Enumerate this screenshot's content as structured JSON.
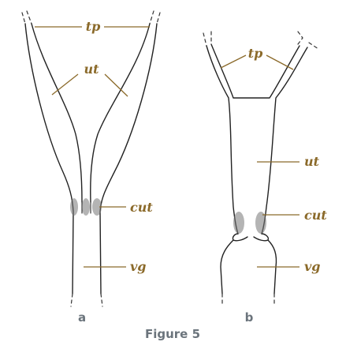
{
  "figure": {
    "caption": "Figure 5",
    "panels": [
      {
        "letter": "a",
        "labels": {
          "tp": "tp",
          "ut": "ut",
          "cut": "cut",
          "vg": "vg"
        }
      },
      {
        "letter": "b",
        "labels": {
          "tp": "tp",
          "ut": "ut",
          "cut": "cut",
          "vg": "vg"
        }
      }
    ],
    "colors": {
      "label": "#8b6a2a",
      "outline": "#222222",
      "caption": "#6b747c"
    }
  }
}
